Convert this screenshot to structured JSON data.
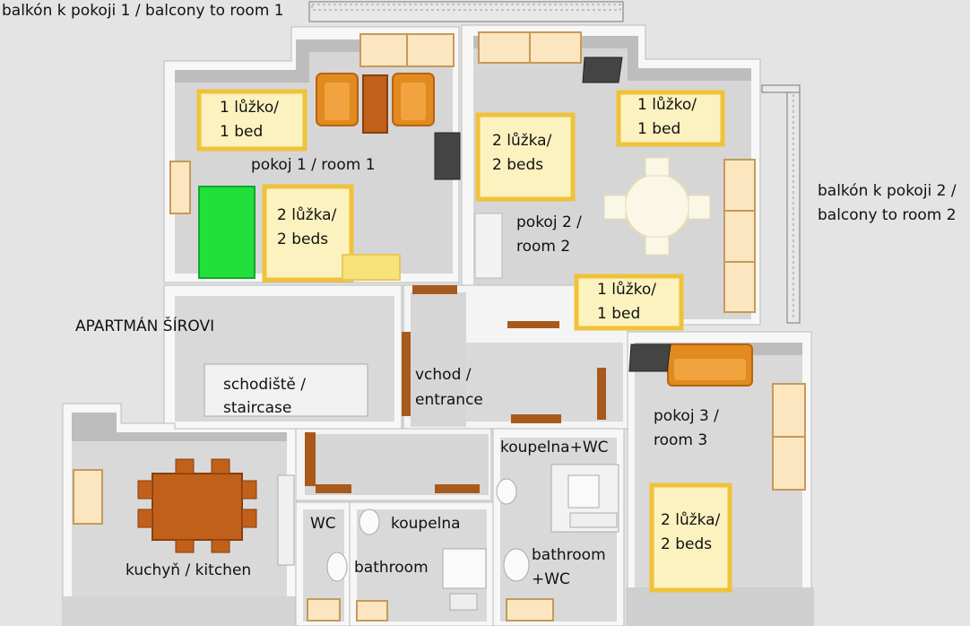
{
  "title": "APARTMÁN ŠÍROVI",
  "balconies": {
    "room1": "balkón k pokoji 1 / balcony to room 1",
    "room2_line1": "balkón k pokoji 2 /",
    "room2_line2": "balcony to room 2"
  },
  "rooms": {
    "room1": "pokoj 1 / room 1",
    "room2_line1": "pokoj 2 /",
    "room2_line2": "room 2",
    "room3_line1": "pokoj 3 /",
    "room3_line2": "room 3",
    "staircase_line1": "schodiště /",
    "staircase_line2": "staircase",
    "entrance_line1": "vchod /",
    "entrance_line2": "entrance",
    "kitchen": "kuchyň / kitchen",
    "wc": "WC",
    "bathroom_cz": "koupelna",
    "bathroom_en": "bathroom",
    "bath_wc_cz": "koupelna+WC",
    "bath_wc_en_line1": "bathroom",
    "bath_wc_en_line2": "+WC"
  },
  "beds": {
    "single_line1": "1 lůžko/",
    "single_line2": "1 bed",
    "double_line1": "2 lůžka/",
    "double_line2": "2 beds"
  },
  "colors": {
    "bed_fill": "#fbf2bf",
    "bed_frame": "#f0c23a",
    "wood": "#c0601a",
    "armchair": "#e08a20",
    "wardrobe": "#22e03c",
    "wall": "#f7f7f7",
    "floor": "#d9d9d9"
  }
}
